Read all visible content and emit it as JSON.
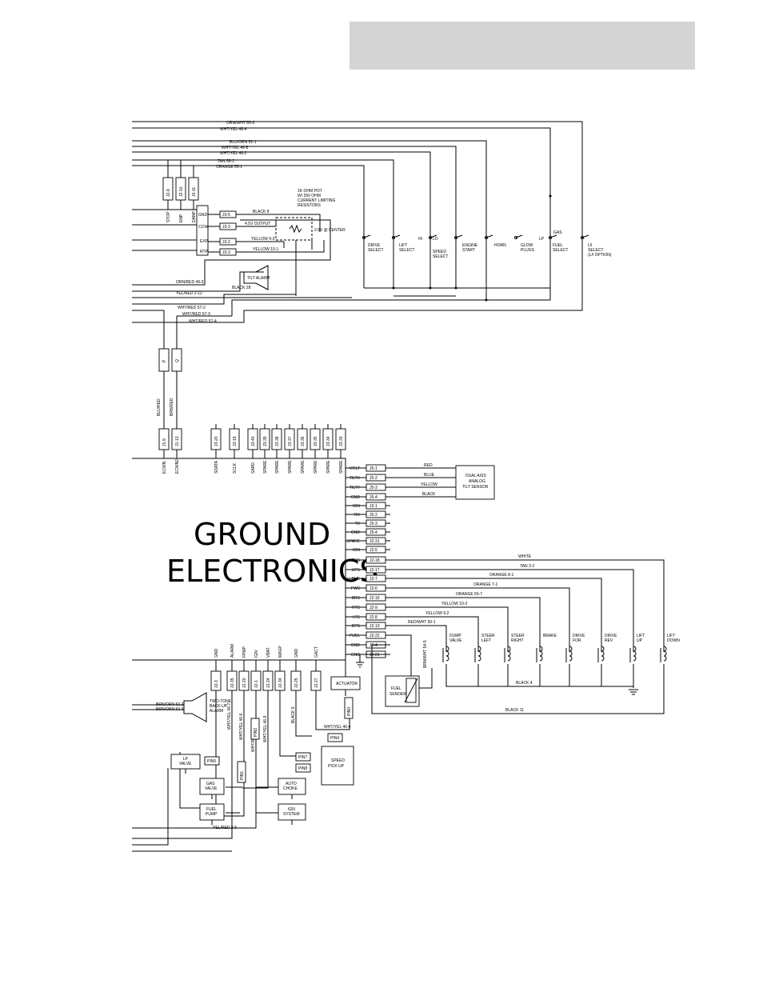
{
  "title": {
    "line1": "GROUND",
    "line2": "ELECTRONICS"
  },
  "top_wires": [
    "ORN/WHT 55-3",
    "WHT/YEL 46-4",
    "BLU/ORN 52-1",
    "WHT/YEL 46-8",
    "WHT/YEL 46-2",
    "TAN 55-2",
    "ORANGE 55-1"
  ],
  "top_connectors": [
    "J2-9",
    "J2-10",
    "J2-11"
  ],
  "top_pins": [
    "STOP",
    "ENP",
    "DANP"
  ],
  "pot_pins": [
    "GND",
    "CCW",
    "EXP",
    "RTP"
  ],
  "pot_connectors": [
    "J3-5",
    "J3-3",
    "J3-2",
    "J3-3"
  ],
  "pot_wires": [
    "BLACK 8",
    "4.5V OUTPUT",
    "YELLOW 9-3",
    "YELLOW 10-1"
  ],
  "pot_labels": [
    "1K OHM POT",
    "W/ 250 OHM",
    "CURRENT LIMITING",
    "RESISTORS",
    "2.5V @ CENTER"
  ],
  "tilt_alarm": "TILT ALARM",
  "mid_wires": [
    "ORN/RED 49-3",
    "YEL/RED 2-12",
    "BLACK 28",
    "WHT/RED 57-2",
    "WHT/RED 57-3",
    "WHT/RED 57-4"
  ],
  "switches": [
    {
      "label1": "DRIVE",
      "label2": "SELECT"
    },
    {
      "label1": "LIFT",
      "label2": "SELECT"
    },
    {
      "label1": "SPEED",
      "label2": "SELECT"
    },
    {
      "label1": "ENGINE",
      "label2": "START"
    },
    {
      "label1": "HORN",
      "label2": ""
    },
    {
      "label1": "GLOW",
      "label2": "PLUGS"
    },
    {
      "label1": "FUEL",
      "label2": "SELECT"
    },
    {
      "label1": "L/I",
      "label2": "SELECT",
      "label3": "(L/I OPTION)"
    }
  ],
  "switch_marks": {
    "hi": "HI",
    "lo": "LO",
    "lp": "LP",
    "gas": "GAS"
  },
  "side_connectors": [
    "P",
    "Q"
  ],
  "side_wires": [
    "BLU/RED",
    "BRN/RED"
  ],
  "bottom_top_conns": [
    "J1-9",
    "J1-13",
    "J3-20",
    "J3-19",
    "J3-40",
    "J3-39",
    "J3-38",
    "J3-37",
    "J3-36",
    "J3-35",
    "J3-34",
    "J3-33"
  ],
  "bottom_top_pins": [
    "ECWN",
    "ECWN2",
    "SDATA",
    "SCLK",
    "SARD",
    "SPARE",
    "SPARE",
    "SPARE",
    "SPARE",
    "SPARE",
    "SPARE",
    "SPARE"
  ],
  "right_pins": [
    {
      "pin": "VTILT",
      "conn": "J5-1"
    },
    {
      "pin": "TILTX",
      "conn": "J5-2"
    },
    {
      "pin": "TILTY",
      "conn": "J5-3"
    },
    {
      "pin": "GND",
      "conn": "J5-4"
    },
    {
      "pin": "IGN",
      "conn": "J3-1"
    },
    {
      "pin": "RX",
      "conn": "J5-2"
    },
    {
      "pin": "TX",
      "conn": "J5-3"
    },
    {
      "pin": "GND",
      "conn": "J5-4"
    },
    {
      "pin": "SPARE",
      "conn": "J2-31"
    },
    {
      "pin": "IGN",
      "conn": "J2-5"
    },
    {
      "pin": "DNS",
      "conn": "J2-18"
    },
    {
      "pin": "UPS",
      "conn": "J2-17"
    },
    {
      "pin": "RVS",
      "conn": "J2-7"
    },
    {
      "pin": "FWS",
      "conn": "J2-6"
    },
    {
      "pin": "BRS",
      "conn": "J2-16"
    },
    {
      "pin": "RTS",
      "conn": "J2-9"
    },
    {
      "pin": "LTS",
      "conn": "J2-8"
    },
    {
      "pin": "DPS",
      "conn": "J2-10"
    },
    {
      "pin": "FUEL",
      "conn": "J2-22"
    },
    {
      "pin": "GND",
      "conn": "J2-4"
    },
    {
      "pin": "GND",
      "conn": "J2-21"
    }
  ],
  "tilt_wires": [
    "RED",
    "BLUE",
    "YELLOW",
    "BLACK"
  ],
  "tilt_sensor": [
    "DUAL AXIS",
    "ANALOG",
    "TILT SENSOR"
  ],
  "output_wires": [
    "WHITE",
    "TAN 3-2",
    "ORANGE 8-1",
    "ORANGE 7-1",
    "ORANGE 55-7",
    "YELLOW 10-2",
    "YELLOW 9-2",
    "RED/WHT 50-1"
  ],
  "fuel_wire": "BRN/WHT 54-5",
  "solenoids": [
    {
      "l1": "DUMP",
      "l2": "VALVE"
    },
    {
      "l1": "STEER",
      "l2": "LEFT"
    },
    {
      "l1": "STEER",
      "l2": "RIGHT"
    },
    {
      "l1": "BRAKE",
      "l2": ""
    },
    {
      "l1": "DRIVE",
      "l2": "FOR"
    },
    {
      "l1": "DRIVE",
      "l2": "REV"
    },
    {
      "l1": "LIFT",
      "l2": "UP"
    },
    {
      "l1": "LIFT",
      "l2": "DOWN"
    }
  ],
  "black_wires": [
    "BLACK 4",
    "BLACK 11"
  ],
  "bottom_pins": [
    "GND",
    "ALARM",
    "FPMP",
    "IGN",
    "VBAT",
    "MAGP",
    "GND",
    "GACT"
  ],
  "bottom_conns": [
    "J2-3",
    "J2-35",
    "J2-20",
    "J2-1",
    "J2-24",
    "J2-34",
    "J2-25",
    "J2-27"
  ],
  "actuator": "ACTUATOR",
  "fuel_sender": [
    "FUEL",
    "SENDER"
  ],
  "bottom_wires": [
    "WHT/YEL 46-7",
    "WHT/YEL 46-6",
    "WHT/RED 57-5",
    "WHT/YEL 46-9",
    "BLACK 9",
    "WHT/YEL 46-4",
    "YEL/RED 2-5"
  ],
  "horn_wires": [
    "BRN/ORN 53-2",
    "BRN/ORN 53-3"
  ],
  "horn_label": [
    "TWO-TONE",
    "BACK-UP",
    "ALARM"
  ],
  "pins_small": [
    "PIN5",
    "PIN4",
    "PIN7",
    "PIN8",
    "PIN3",
    "PIN1",
    "PIN2"
  ],
  "speed_pickup": [
    "SPEED",
    "PICK UP"
  ],
  "components": [
    {
      "l1": "LP",
      "l2": "VALVE"
    },
    {
      "l1": "GAS",
      "l2": "VALVE"
    },
    {
      "l1": "AUTO",
      "l2": "CHOKE"
    },
    {
      "l1": "FUEL",
      "l2": "PUMP"
    },
    {
      "l1": "IGN",
      "l2": "SYSTEM"
    }
  ]
}
